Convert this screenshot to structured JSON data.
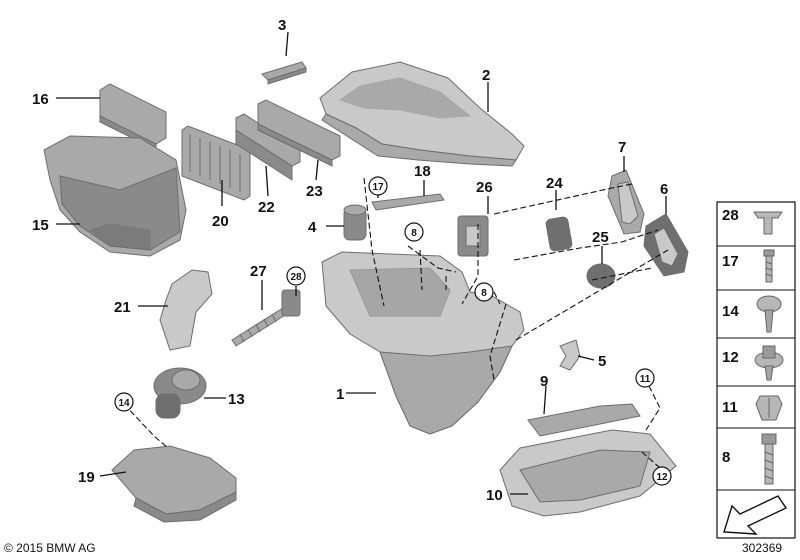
{
  "callouts": {
    "p1": "1",
    "p2": "2",
    "p3": "3",
    "p4": "4",
    "p5": "5",
    "p6": "6",
    "p7": "7",
    "p9": "9",
    "p10": "10",
    "p13": "13",
    "p15": "15",
    "p16": "16",
    "p18": "18",
    "p19": "19",
    "p20": "20",
    "p21": "21",
    "p22": "22",
    "p23": "23",
    "p24": "24",
    "p25": "25",
    "p26": "26",
    "p27": "27"
  },
  "circled": {
    "c17": "17",
    "c8a": "8",
    "c28": "28",
    "c8b": "8",
    "c14": "14",
    "c11": "11",
    "c12": "12"
  },
  "legend": {
    "r28": "28",
    "r17": "17",
    "r14": "14",
    "r12": "12",
    "r11": "11",
    "r8": "8"
  },
  "footer": {
    "copyright": "© 2015 BMW AG",
    "diagram_id": "302369"
  }
}
